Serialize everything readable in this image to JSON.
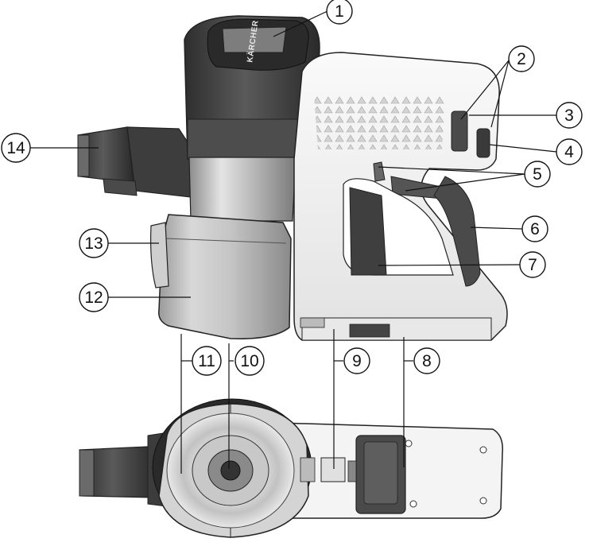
{
  "diagram": {
    "brand": "KÄRCHER",
    "callouts": [
      {
        "id": 1,
        "label": "1"
      },
      {
        "id": 2,
        "label": "2"
      },
      {
        "id": 3,
        "label": "3"
      },
      {
        "id": 4,
        "label": "4"
      },
      {
        "id": 5,
        "label": "5"
      },
      {
        "id": 6,
        "label": "6"
      },
      {
        "id": 7,
        "label": "7"
      },
      {
        "id": 8,
        "label": "8"
      },
      {
        "id": 9,
        "label": "9"
      },
      {
        "id": 10,
        "label": "10"
      },
      {
        "id": 11,
        "label": "11"
      },
      {
        "id": 12,
        "label": "12"
      },
      {
        "id": 13,
        "label": "13"
      },
      {
        "id": 14,
        "label": "14"
      }
    ],
    "colors": {
      "motor_housing": "#3a3a3a",
      "handle_body": "#f2f2f2",
      "grip_accent": "#4a4a4a",
      "dust_container": "#bdbdbd",
      "outline": "#222222"
    }
  }
}
